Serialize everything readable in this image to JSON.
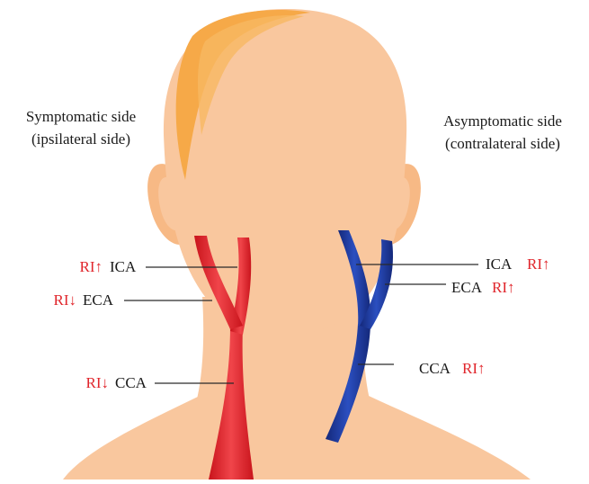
{
  "left_side": {
    "title_line1": "Symptomatic side",
    "title_line2": "(ipsilateral side)",
    "labels": [
      {
        "ri": "RI↑",
        "vessel": "ICA"
      },
      {
        "ri": "RI↓",
        "vessel": "ECA"
      },
      {
        "ri": "RI↓",
        "vessel": "CCA"
      }
    ]
  },
  "right_side": {
    "title_line1": "Asymptomatic side",
    "title_line2": "(contralateral side)",
    "labels": [
      {
        "vessel": "ICA",
        "ri": "RI↑"
      },
      {
        "vessel": "ECA",
        "ri": "RI↑"
      },
      {
        "vessel": "CCA",
        "ri": "RI↑"
      }
    ]
  },
  "colors": {
    "skin": "#f9c79e",
    "hair_highlight": "#f6a948",
    "artery_red": "#e8262d",
    "vessel_blue": "#1f3b9c",
    "ri_text": "#e0252b"
  }
}
